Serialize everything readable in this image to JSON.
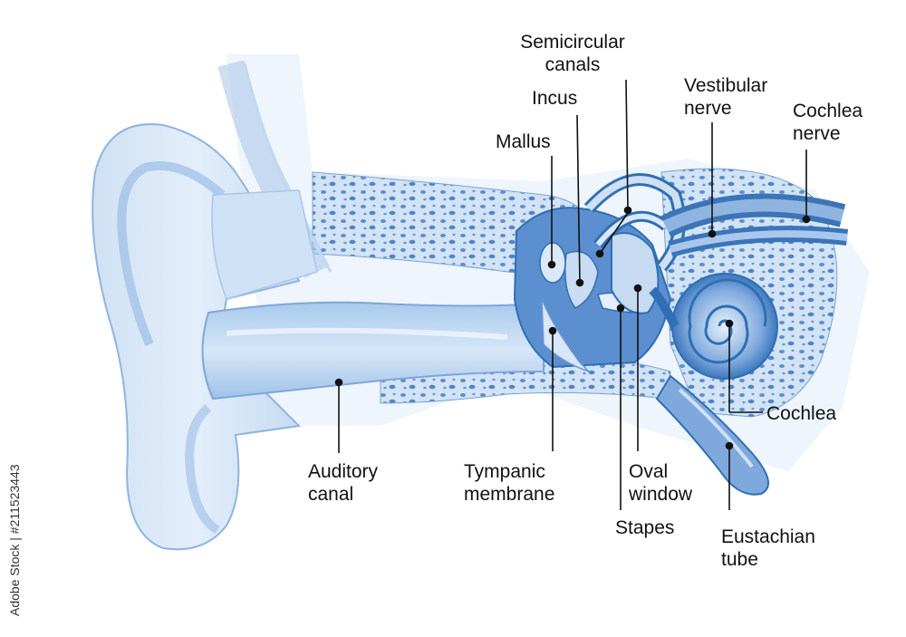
{
  "colors": {
    "skin_light": "#dbe9f7",
    "skin_mid": "#b9d3ee",
    "bone": "#8fb4e0",
    "deep": "#2f6fb3",
    "dark": "#1d4f8c",
    "line": "#111111"
  },
  "labels": {
    "semicircular_canals": [
      "Semicircular",
      "canals"
    ],
    "incus": [
      "Incus"
    ],
    "mallus": [
      "Mallus"
    ],
    "vestibular_nerve": [
      "Vestibular",
      "nerve"
    ],
    "cochlea_nerve": [
      "Cochlea",
      "nerve"
    ],
    "cochlea": [
      "Cochlea"
    ],
    "auditory_canal": [
      "Auditory",
      "canal"
    ],
    "tympanic_membrane": [
      "Tympanic",
      "membrane"
    ],
    "oval_window": [
      "Oval",
      "window"
    ],
    "stapes": [
      "Stapes"
    ],
    "eustachian_tube": [
      "Eustachian",
      "tube"
    ]
  },
  "watermark": "Adobe Stock | #211523443"
}
